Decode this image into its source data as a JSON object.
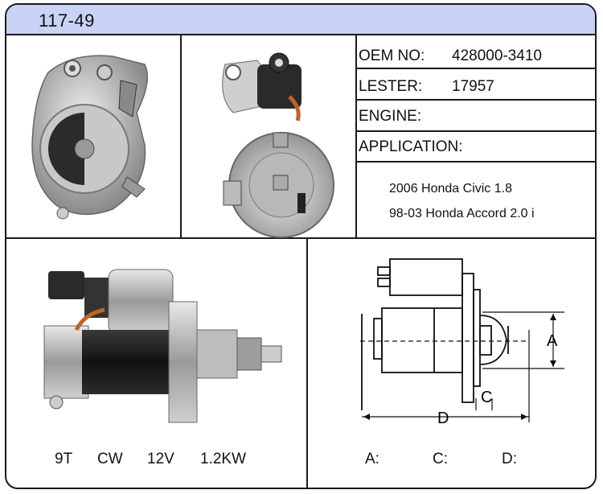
{
  "header": {
    "model": "117-49"
  },
  "specs": {
    "oem_label": "OEM  NO:",
    "oem_value": "428000-3410",
    "lester_label": "LESTER:",
    "lester_value": "17957",
    "engine_label": "ENGINE:",
    "application_label": "APPLICATION:"
  },
  "applications": [
    "2006 Honda Civic 1.8",
    "98-03 Honda Accord 2.0 i"
  ],
  "ratings": {
    "teeth": "9T",
    "rotation": "CW",
    "voltage": "12V",
    "power": "1.2KW"
  },
  "diagram": {
    "label_a": "A",
    "label_c": "C",
    "label_d": "D",
    "field_a": "A:",
    "field_c": "C:",
    "field_d": "D:"
  }
}
